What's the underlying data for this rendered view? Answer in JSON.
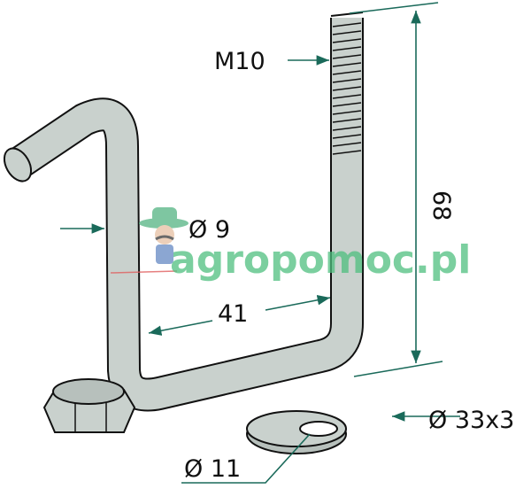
{
  "labels": {
    "thread": "M10",
    "length": "68",
    "rod_diameter": "Ø 9",
    "width": "41",
    "washer": "Ø 33x3",
    "hole": "Ø 11"
  },
  "watermark": "agropomoc.pl",
  "colors": {
    "metal": "#c9d1cd",
    "dimension": "#1a6a5a",
    "watermark": "#4fbf7f"
  }
}
